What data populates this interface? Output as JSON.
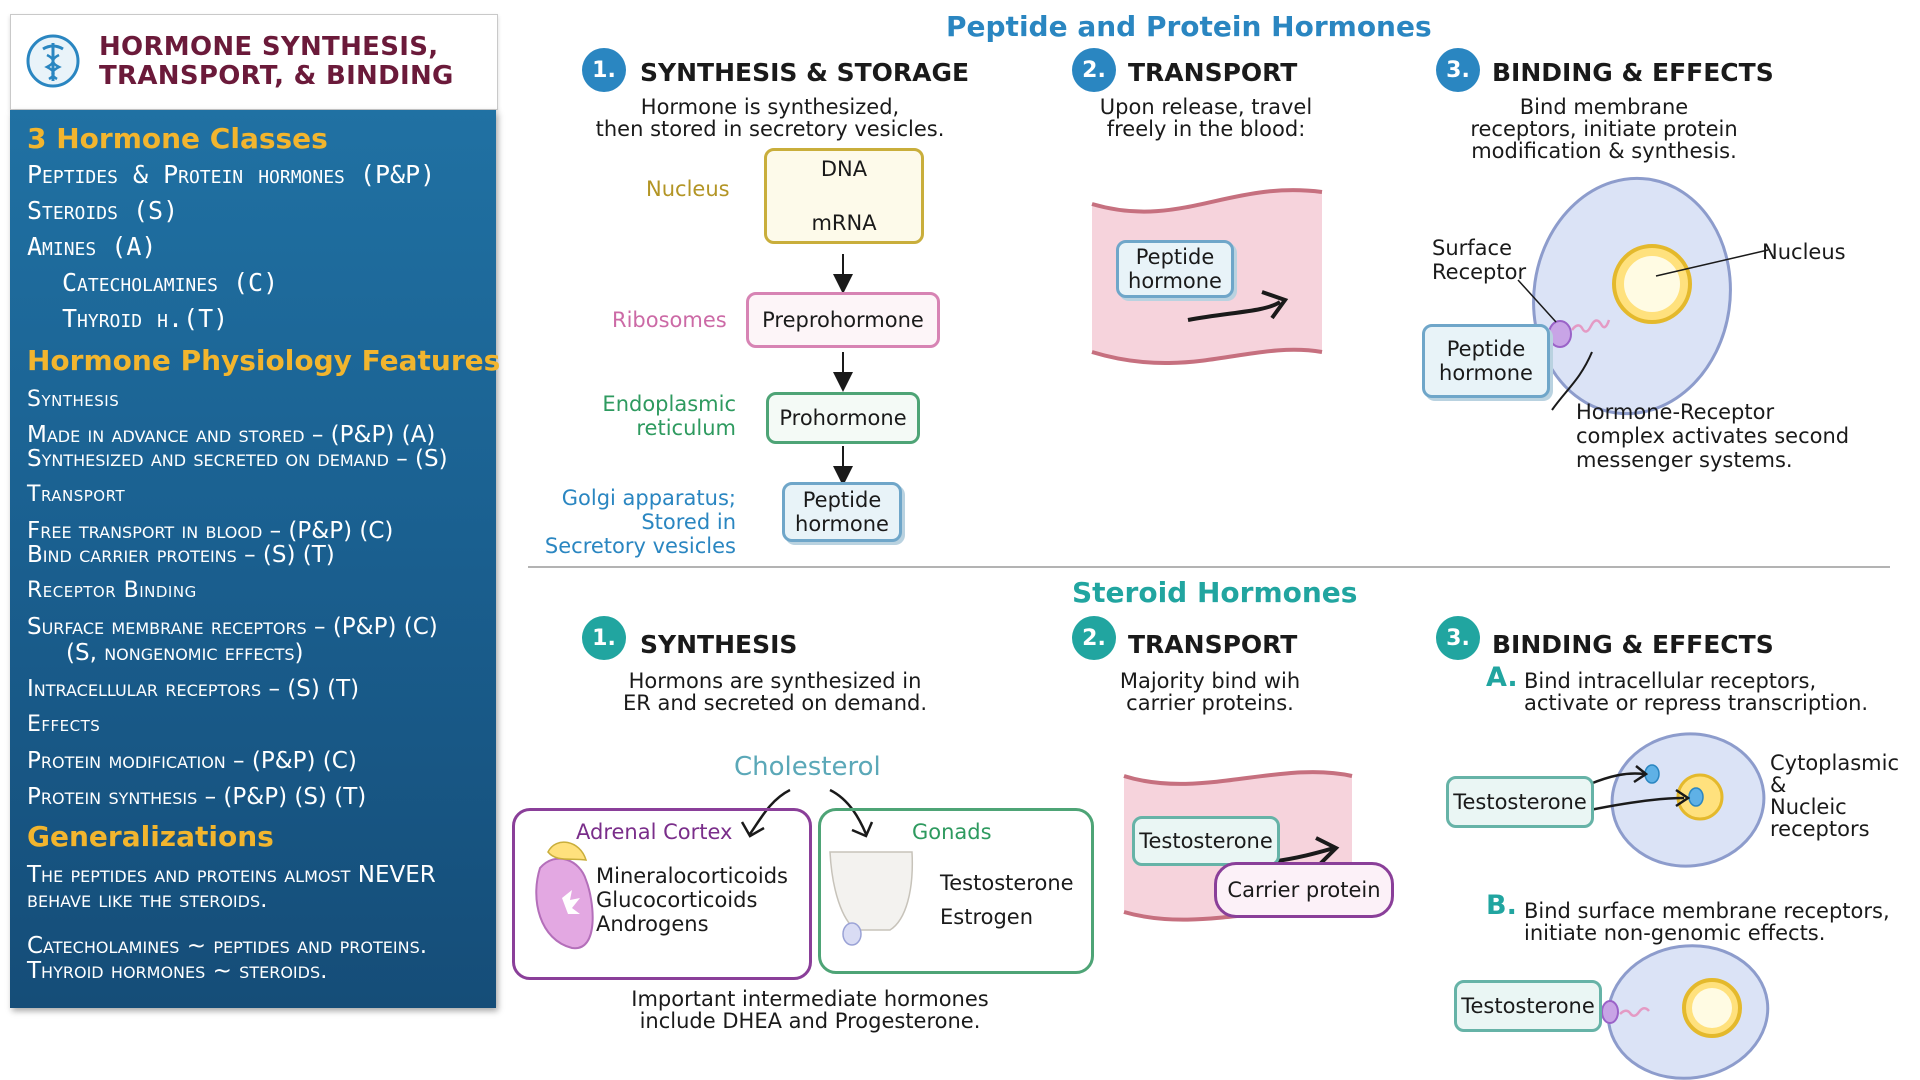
{
  "sidebar": {
    "title_line1": "HORMONE SYNTHESIS,",
    "title_line2": "TRANSPORT, & BINDING",
    "classes_heading": "3 Hormone Classes",
    "classes": [
      "Peptides & Protein hormones (P&P)",
      "Steroids (S)",
      "Amines (A)"
    ],
    "amine_subclasses": [
      "Catecholamines (C)",
      "Thyroid h.(T)"
    ],
    "features_heading": "Hormone Physiology Features",
    "synthesis_heading": "Synthesis",
    "synthesis_items": [
      "Made in advance and stored – (P&P) (A)",
      "Synthesized and secreted on demand – (S)"
    ],
    "transport_heading": "Transport",
    "transport_items": [
      "Free transport in blood – (P&P) (C)",
      "Bind carrier proteins – (S) (T)"
    ],
    "binding_heading": "Receptor Binding",
    "binding_items": [
      "Surface membrane receptors – (P&P) (C)",
      "(S, nongenomic effects)",
      "Intracellular receptors – (S) (T)"
    ],
    "effects_heading": "Effects",
    "effects_items": [
      "Protein modification – (P&P) (C)",
      "Protein synthesis – (P&P) (S) (T)"
    ],
    "generalizations_heading": "Generalizations",
    "generalizations": [
      "The peptides and proteins almost NEVER",
      "behave like the steroids.",
      "Catecholamines ~ peptides and proteins.",
      "Thyroid hormones ~ steroids."
    ]
  },
  "peptide": {
    "title": "Peptide and Protein Hormones",
    "step1": {
      "num": "1.",
      "title": "SYNTHESIS & STORAGE",
      "desc_line1": "Hormone is synthesized,",
      "desc_line2": "then stored in secretory vesicles.",
      "nucleus_label": "Nucleus",
      "dna": "DNA",
      "mrna": "mRNA",
      "ribosomes_label": "Ribosomes",
      "preprohormone": "Preprohormone",
      "er_label_line1": "Endoplasmic",
      "er_label_line2": "reticulum",
      "prohormone": "Prohormone",
      "golgi_line1": "Golgi  apparatus;",
      "golgi_line2": "Stored in",
      "golgi_line3": "Secretory vesicles",
      "peptide_line1": "Peptide",
      "peptide_line2": "hormone"
    },
    "step2": {
      "num": "2.",
      "title": "TRANSPORT",
      "desc_line1": "Upon release, travel",
      "desc_line2": "freely in the blood:",
      "peptide_line1": "Peptide",
      "peptide_line2": "hormone"
    },
    "step3": {
      "num": "3.",
      "title": "BINDING & EFFECTS",
      "desc_line1": "Bind membrane",
      "desc_line2": "receptors, initiate protein",
      "desc_line3": "modification & synthesis.",
      "surface_line1": "Surface",
      "surface_line2": "Receptor",
      "nucleus": "Nucleus",
      "peptide_line1": "Peptide",
      "peptide_line2": "hormone",
      "complex_line1": "Hormone-Receptor",
      "complex_line2": "complex activates second",
      "complex_line3": "messenger systems."
    }
  },
  "steroid": {
    "title": "Steroid Hormones",
    "step1": {
      "num": "1.",
      "title": "SYNTHESIS",
      "desc_line1": "Hormons are synthesized in",
      "desc_line2": "ER and secreted on demand.",
      "cholesterol": "Cholesterol",
      "adrenal_title": "Adrenal Cortex",
      "adrenal_items": [
        "Mineralocorticoids",
        "Glucocorticoids",
        "Androgens"
      ],
      "gonads_title": "Gonads",
      "gonad_items": [
        "Testosterone",
        "Estrogen"
      ],
      "note_line1": "Important intermediate hormones",
      "note_line2": "include DHEA and Progesterone."
    },
    "step2": {
      "num": "2.",
      "title": "TRANSPORT",
      "desc_line1": "Majority bind wih",
      "desc_line2": "carrier proteins.",
      "testosterone": "Testosterone",
      "carrier": "Carrier protein"
    },
    "step3": {
      "num": "3.",
      "title": "BINDING & EFFECTS",
      "a_letter": "A.",
      "a_line1": "Bind intracellular receptors,",
      "a_line2": "activate or repress transcription.",
      "testosterone_a": "Testosterone",
      "cyto_line1": "Cytoplasmic",
      "cyto_line2": "&",
      "cyto_line3": "Nucleic",
      "cyto_line4": "receptors",
      "b_letter": "B.",
      "b_line1": "Bind surface membrane receptors,",
      "b_line2": "initiate non-genomic effects.",
      "testosterone_b": "Testosterone"
    }
  },
  "colors": {
    "peptide_blue": "#2a86c1",
    "steroid_teal": "#21a5a0",
    "sidebar_heading": "#f2b52e",
    "title_maroon": "#6b1a3a",
    "nucleus_label": "#b39525",
    "ribosome_label": "#cc6aa6",
    "er_label": "#2e9a5f",
    "golgi_label": "#2a86c1",
    "adrenal": "#7a2e8a",
    "gonads": "#2e9a5f"
  }
}
